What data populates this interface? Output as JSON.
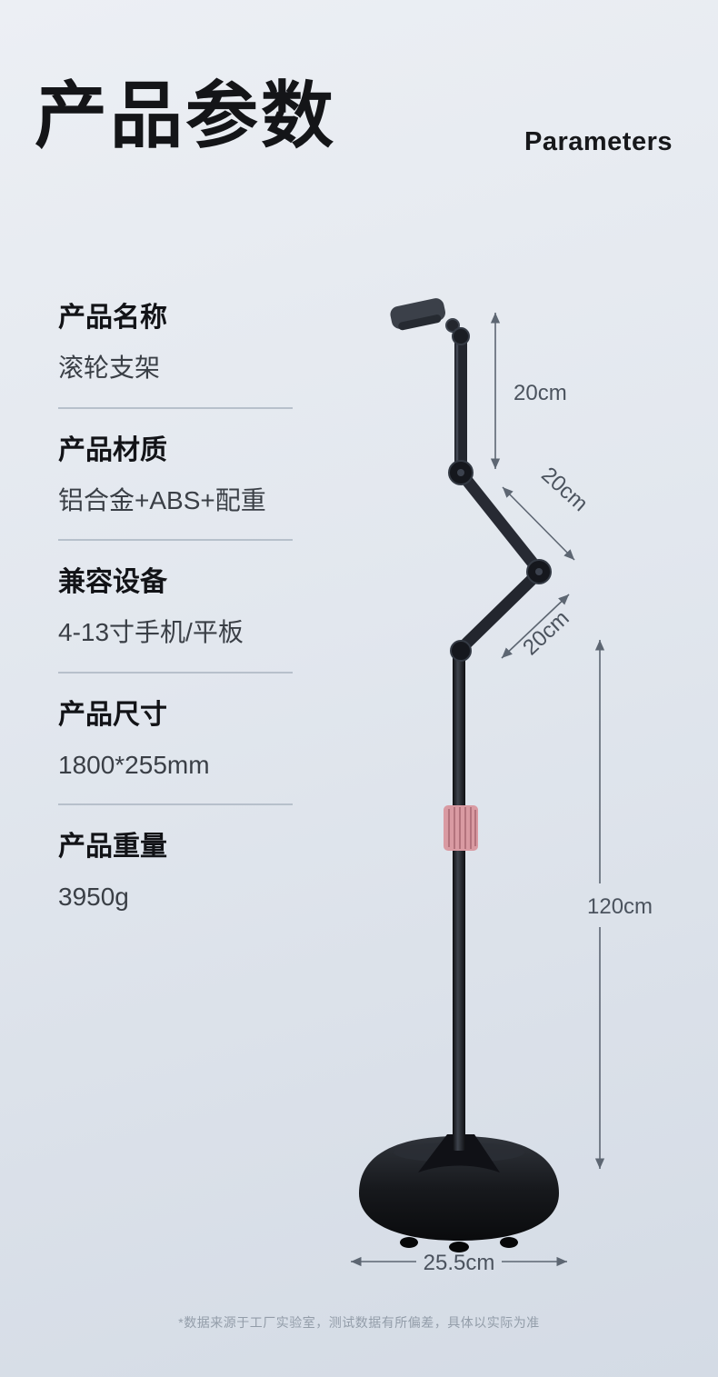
{
  "header": {
    "title": "产品参数",
    "subtitle": "Parameters"
  },
  "specs": [
    {
      "label": "产品名称",
      "value": "滚轮支架"
    },
    {
      "label": "产品材质",
      "value": "铝合金+ABS+配重"
    },
    {
      "label": "兼容设备",
      "value": "4-13寸手机/平板"
    },
    {
      "label": "产品尺寸",
      "value": "1800*255mm"
    },
    {
      "label": "产品重量",
      "value": "3950g"
    }
  ],
  "dimensions": {
    "upper_arm": "20cm",
    "middle_arm": "20cm",
    "lower_arm": "20cm",
    "pole": "120cm",
    "base_diameter": "25.5cm"
  },
  "footnote": "*数据来源于工厂实验室，测试数据有所偏差，具体以实际为准",
  "colors": {
    "background_top": "#ecf0f4",
    "background_bottom": "#d4dbe5",
    "heading_text": "#141518",
    "body_text": "#3a3f46",
    "dimension_text": "#4b535e",
    "grip_accent": "#d99aa2",
    "stand_black": "#17191d"
  }
}
